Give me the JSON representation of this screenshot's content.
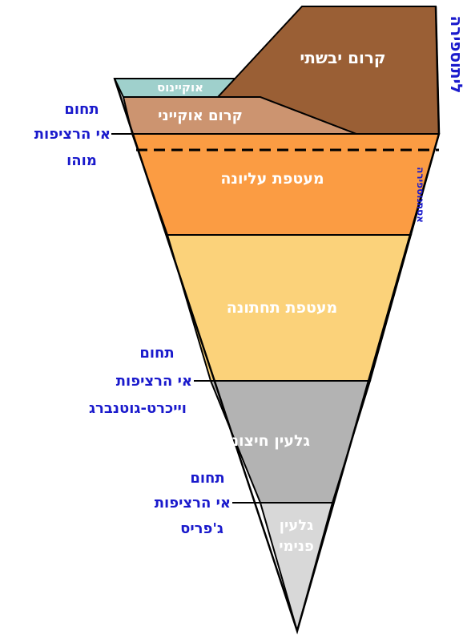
{
  "layers": {
    "continental_crust": "קרום יבשתי",
    "ocean": "אוקיינוס",
    "oceanic_crust": "קרום אוקייני",
    "upper_mantle": "מעטפת עליונה",
    "lower_mantle": "מעטפת תחתונה",
    "outer_core": "גלעין חיצוני",
    "inner_core": [
      "גלעין",
      "פנימי"
    ]
  },
  "side_labels": {
    "lithosphere": "ליתוספירה",
    "asthenosphere": "אסתנוספירה"
  },
  "discontinuities": {
    "moho": [
      "תחום",
      "אי הרציפות",
      "מוהו"
    ],
    "gutenberg": [
      "תחום",
      "אי הרציפות",
      "וייכרט-גוטנברג"
    ],
    "lehmann": [
      "תחום",
      "אי הרציפות",
      "ג'פריס"
    ]
  },
  "colors": {
    "ocean": "#9fd0cc",
    "continental_crust": "#9a5f35",
    "oceanic_crust": "#cc9470",
    "mantle_band": "#fda34a",
    "upper_mantle": "#fb9c43",
    "lower_mantle": "#fbd27a",
    "outer_core": "#b3b3b3",
    "inner_core": "#d8d8d8",
    "label_blue": "#1a1acc"
  }
}
